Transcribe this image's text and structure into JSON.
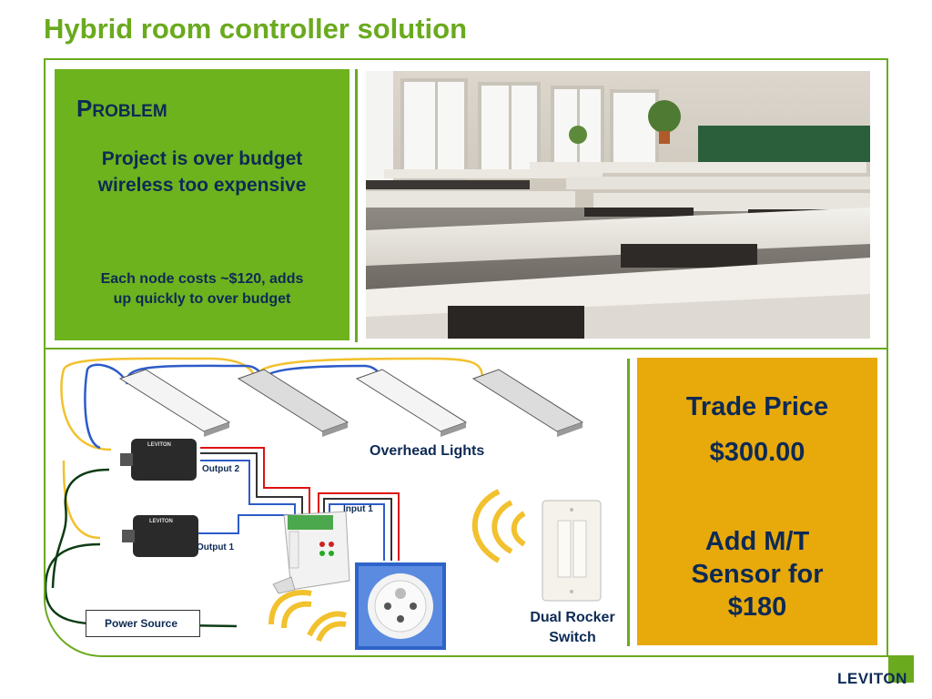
{
  "slide": {
    "title": "Hybrid room controller solution"
  },
  "problem": {
    "heading_initial": "P",
    "heading_rest": "ROBLEM",
    "lead_line1": "Project is over budget",
    "lead_line2": "wireless too expensive",
    "note_line1": "Each node costs ~$120, adds",
    "note_line2": "up quickly to over budget"
  },
  "offer": {
    "trade_price_label": "Trade Price",
    "trade_price_value": "$300.00",
    "sensor_line1": "Add M/T",
    "sensor_line2": "Sensor for",
    "sensor_line3": "$180"
  },
  "diagram": {
    "overhead_lights": "Overhead Lights",
    "output_2": "Output 2",
    "output_1": "Output 1",
    "input_1": "Input 1",
    "power_source": "Power Source",
    "switch_line1": "Dual Rocker",
    "switch_line2": "Switch",
    "device_brand": "LEVITON",
    "controller_brand": "LEVITON"
  },
  "brand": {
    "logo_text": "LEVITON"
  },
  "colors": {
    "accent_green": "#6aaa1e",
    "problem_bg": "#6db31e",
    "offer_bg": "#e8a90b",
    "text_navy": "#0d2a55"
  }
}
